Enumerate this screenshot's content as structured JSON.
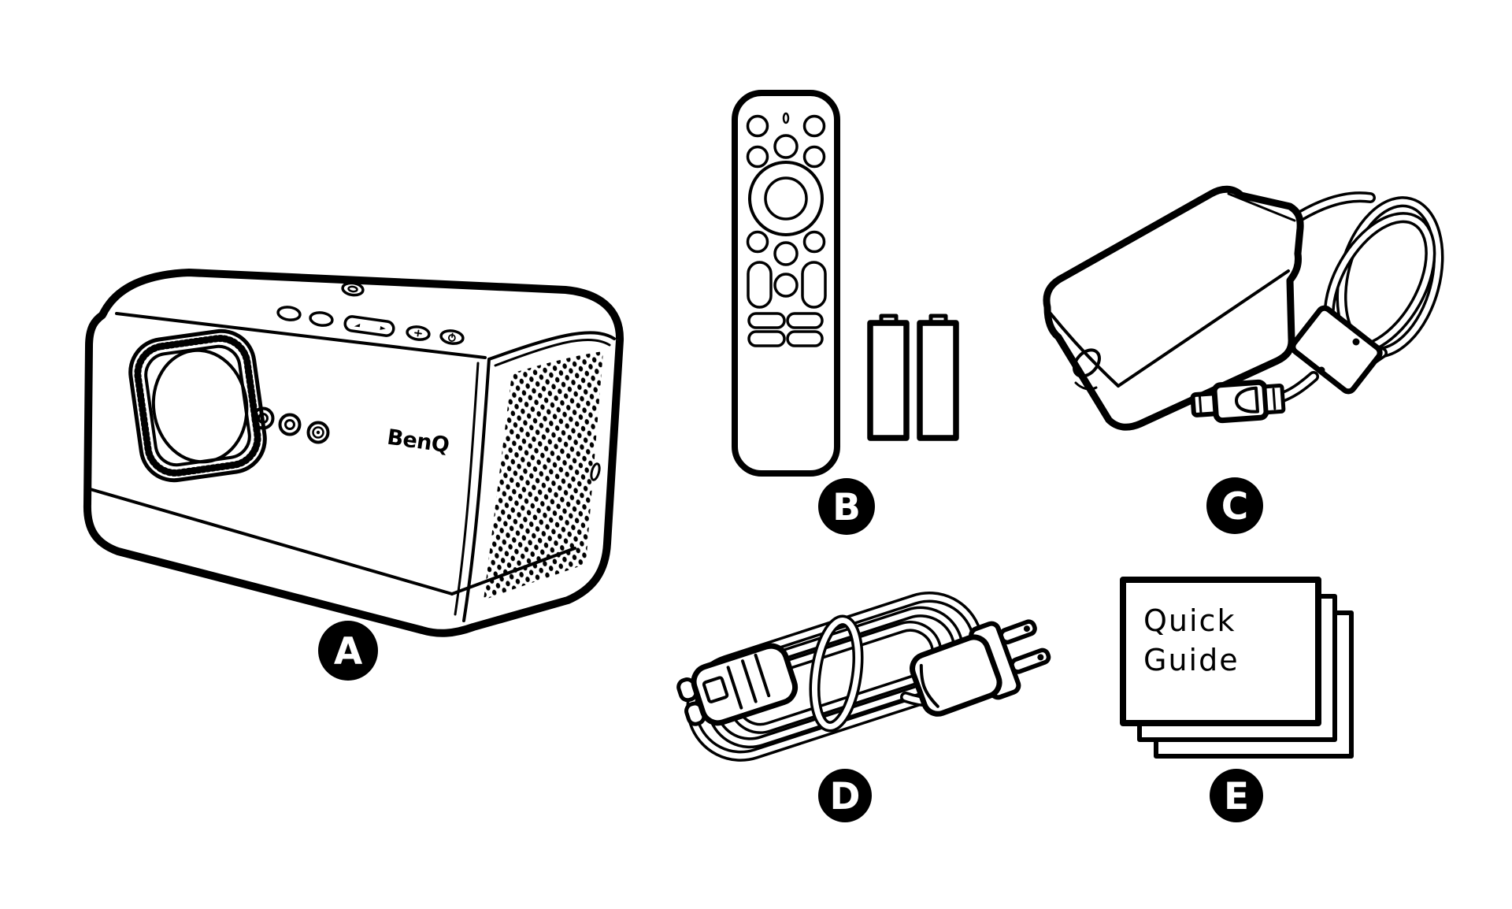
{
  "figure": {
    "background_color": "#ffffff",
    "ink_color": "#000000",
    "items": [
      {
        "label": "A",
        "name": "projector",
        "brand_logo": "BenQ"
      },
      {
        "label": "B",
        "name": "remote control with two batteries"
      },
      {
        "label": "C",
        "name": "power adapter"
      },
      {
        "label": "D",
        "name": "power cord"
      },
      {
        "label": "E",
        "name": "quick guide",
        "document_title_line1": "Quick",
        "document_title_line2": "Guide"
      }
    ]
  }
}
